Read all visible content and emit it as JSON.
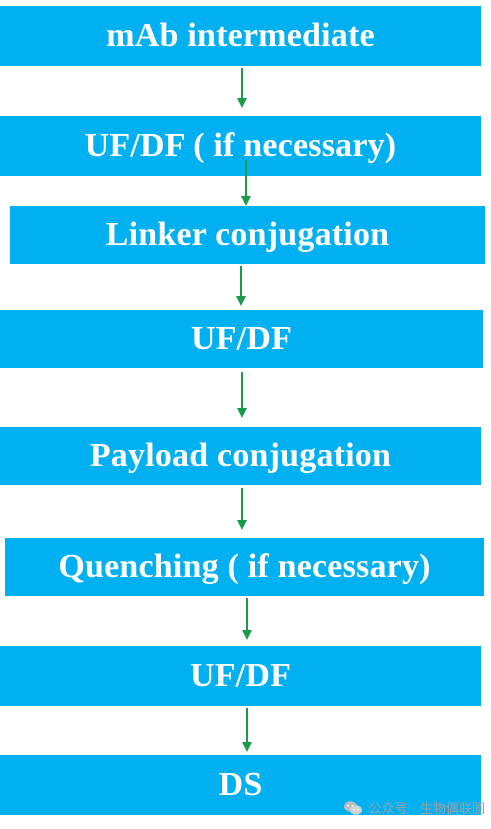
{
  "steps": [
    {
      "label": "mAb intermediate"
    },
    {
      "label": "UF/DF ( if necessary)"
    },
    {
      "label": "Linker  conjugation"
    },
    {
      "label": "UF/DF"
    },
    {
      "label": "Payload conjugation"
    },
    {
      "label": "Quenching ( if necessary)"
    },
    {
      "label": "UF/DF"
    },
    {
      "label": "DS"
    }
  ],
  "colors": {
    "box_fill": "#00b0f0",
    "text": "#ffffff",
    "arrow": "#1a9a4a"
  },
  "watermark": {
    "icon": "wechat-icon",
    "text": "公众号 · 生物偶联圈"
  }
}
